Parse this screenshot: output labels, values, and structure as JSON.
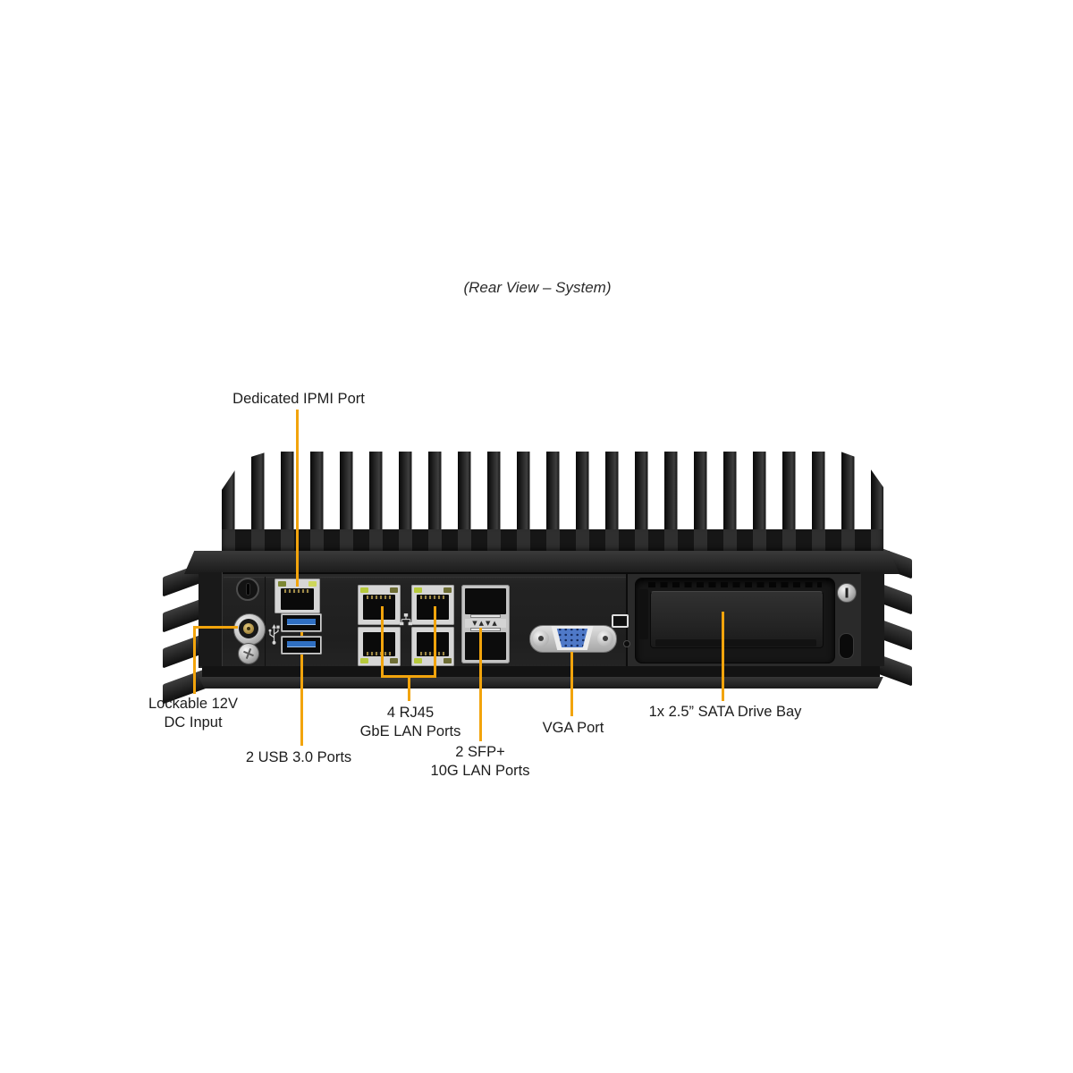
{
  "title": "(Rear View – System)",
  "colors": {
    "accent": "#F2A40C",
    "background": "#FFFFFF",
    "chassis": "#1F1F1F",
    "bezel_silver": "#D6D6D6",
    "usb_blue": "#2F6FC2",
    "vga_blue": "#4F79C8",
    "led_green": "#B6C93C",
    "label_ink": "#1D1D1D"
  },
  "callouts": {
    "ipmi": {
      "label": "Dedicated IPMI Port"
    },
    "dc_input": {
      "line1": "Lockable 12V",
      "line2": "DC Input"
    },
    "usb": {
      "label": "2 USB 3.0 Ports"
    },
    "lan": {
      "line1": "4 RJ45",
      "line2": "GbE LAN Ports"
    },
    "sfp": {
      "line1": "2 SFP+",
      "line2": "10G LAN Ports"
    },
    "vga": {
      "label": "VGA Port"
    },
    "drive_bay": {
      "label": "1x 2.5” SATA Drive Bay"
    }
  },
  "device": {
    "sfp_port_markers": "▼▲▼▲",
    "icons": {
      "usb_symbol": "usb-trident-icon",
      "lan_symbol": "network-nodes-icon",
      "display_symbol": "monitor-outline-icon",
      "lock_symbol": "keylock-slot-icon"
    }
  }
}
